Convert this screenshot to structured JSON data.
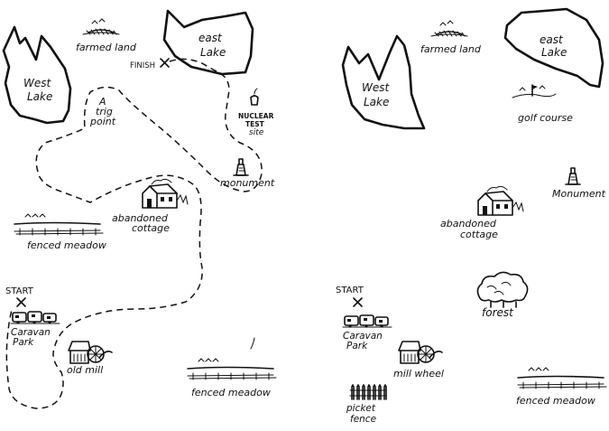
{
  "left_map": {
    "west_lake": [
      "West",
      "Lake"
    ],
    "east_lake": [
      "east",
      "Lake"
    ],
    "farmed_land": "farmed land",
    "finish": "FINISH",
    "trig_point": [
      "A",
      "trig",
      "point"
    ],
    "nuclear_test_site": [
      "NUCLEAR",
      "TEST",
      "site"
    ],
    "monument": "monument",
    "abandoned_cottage": [
      "abandoned",
      "cottage"
    ],
    "fenced_meadow_upper": "fenced meadow",
    "start": "START",
    "caravan_park": [
      "Caravan",
      "Park"
    ],
    "old_mill": "old mill",
    "fenced_meadow_lower": "fenced meadow"
  },
  "right_map": {
    "west_lake": [
      "West",
      "Lake"
    ],
    "east_lake": [
      "east",
      "Lake"
    ],
    "farmed_land": "farmed land",
    "golf_course": "golf course",
    "monument": "Monument",
    "abandoned_cottage": [
      "abandoned",
      "cottage"
    ],
    "start": "START",
    "forest": "forest",
    "caravan_park": [
      "Caravan",
      "Park"
    ],
    "mill_wheel": "mill wheel",
    "picket_fence": [
      "picket",
      "fence"
    ],
    "fenced_meadow": "fenced meadow"
  },
  "colors": {
    "ink": "#111111",
    "paper": "#ffffff"
  },
  "icons": [
    "lake-shape",
    "farmed-land-icon",
    "finish-cross-icon",
    "trig-point-icon",
    "nuclear-site-icon",
    "monument-icon",
    "cottage-icon",
    "fenced-meadow-icon",
    "start-cross-icon",
    "caravan-icon",
    "mill-icon",
    "golf-course-icon",
    "forest-icon",
    "picket-fence-icon"
  ]
}
